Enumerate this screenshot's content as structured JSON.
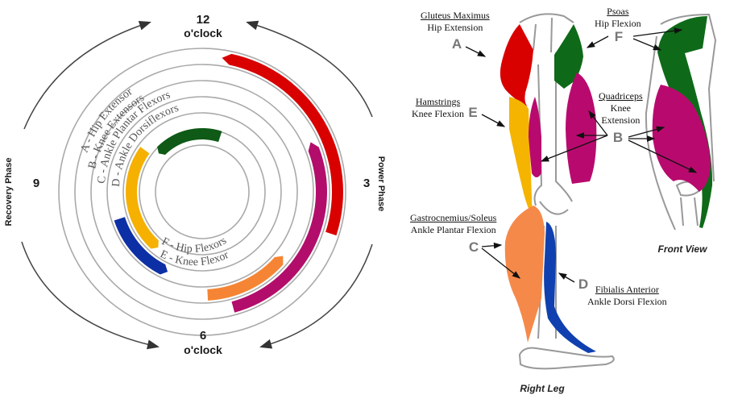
{
  "wheel": {
    "clock": {
      "twelve": "12",
      "twelve_sub": "o'clock",
      "six": "6",
      "six_sub": "o'clock",
      "three": "3",
      "nine": "9"
    },
    "phases": {
      "right": "Power Phase",
      "left": "Recovery Phase"
    },
    "ring_labels": [
      "A - Hip Extensor",
      "B - Knee Extensors",
      "C - Ankle Plantar Flexors",
      "D - Ankle Dorsiflexors",
      "F - Hip Flexors",
      "E - Knee Flexor"
    ],
    "arcs": [
      {
        "id": "A",
        "name": "Hip Extensor",
        "color": "#d90000",
        "start_clock": 12.4,
        "end_clock": 3.6,
        "ring": 1
      },
      {
        "id": "B",
        "name": "Knee Extensors",
        "color": "#b30d6b",
        "start_clock": 2.3,
        "end_clock": 5.5,
        "ring": 2
      },
      {
        "id": "C",
        "name": "Ankle Plantar Flexors",
        "color": "#f58534",
        "start_clock": 4.4,
        "end_clock": 5.9,
        "ring": 3
      },
      {
        "id": "D",
        "name": "Ankle Dorsiflexors",
        "color": "#0d2fa6",
        "start_clock": 6.9,
        "end_clock": 8.4,
        "ring": 4
      },
      {
        "id": "E",
        "name": "Knee Flexor",
        "color": "#f5b000",
        "start_clock": 7.4,
        "end_clock": 10.2,
        "ring": 5
      },
      {
        "id": "F",
        "name": "Hip Flexors",
        "color": "#0e5a16",
        "start_clock": 10.5,
        "end_clock": 12.6,
        "ring": 6
      }
    ]
  },
  "leg": {
    "labels": [
      {
        "id": "A",
        "muscle": "Gluteus Maximus",
        "action": "Hip Extension"
      },
      {
        "id": "F",
        "muscle": "Psoas",
        "action": "Hip Flexion"
      },
      {
        "id": "E",
        "muscle": "Hamstrings",
        "action": "Knee Flexion"
      },
      {
        "id": "B",
        "muscle": "Quadriceps",
        "action": "Knee Extension"
      },
      {
        "id": "C",
        "muscle": "Gastrocnemius/Soleus",
        "action": "Ankle Plantar Flexion"
      },
      {
        "id": "D",
        "muscle": "Fibialis Anterior",
        "action": "Ankle Dorsi Flexion"
      }
    ],
    "letters": {
      "A": "A",
      "B": "B",
      "C": "C",
      "D": "D",
      "E": "E",
      "F": "F"
    },
    "captions": {
      "side": "Right Leg",
      "front": "Front View"
    },
    "quad_action_line1": "Knee",
    "quad_action_line2": "Extension"
  }
}
